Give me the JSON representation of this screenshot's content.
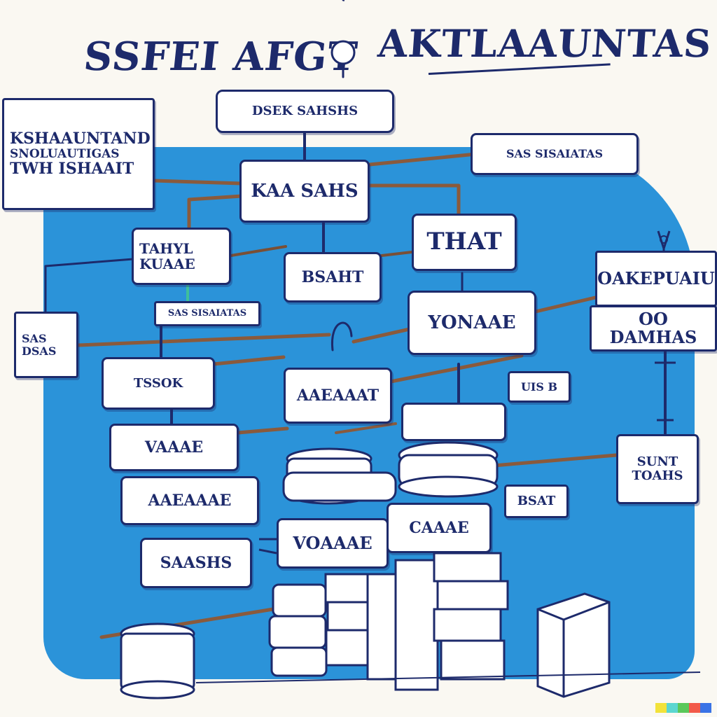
{
  "header": {
    "title_left": "SSFEI AFGT",
    "title_right": "AKTLAAUNTAS",
    "top_box": "DSEK SAHSHS"
  },
  "nodes": {
    "left_top": [
      "KSHAAUNTAND",
      "SNOLUAUTIGAS",
      "TWH ISHAAIT"
    ],
    "right_top": "SAS SISAIATAS",
    "hub": "KAA SAHS",
    "tier2_left": [
      "TAHYL",
      "KUAAE"
    ],
    "tier2_mid": "BSAHT",
    "tier2_right": "THAT",
    "label_strip": "SAS SISAIATAS",
    "far_left": [
      "SAS",
      "DSAS"
    ],
    "right_a": "OAKEPUAIU",
    "right_b": "OO DAMHAS",
    "yonaaa": "YONAAE",
    "mid_left": "TSSOK",
    "acaaaa": "AAEAAAT",
    "small_right": "UIS B",
    "vaaaa": "VAAAE",
    "rack_right": "",
    "conn_right": [
      "SUNT",
      "TOAHS"
    ],
    "lower_left_a": "AAEAAAE",
    "lower_mid": "VOAAAE",
    "caaa": "CAAAE",
    "small_right_b": "BSAT",
    "lower_left_b": "SAASHS"
  },
  "palette": {
    "colors": [
      "#f2e23a",
      "#5bd6d0",
      "#5ac85a",
      "#f25a4a",
      "#3a73e6"
    ]
  }
}
